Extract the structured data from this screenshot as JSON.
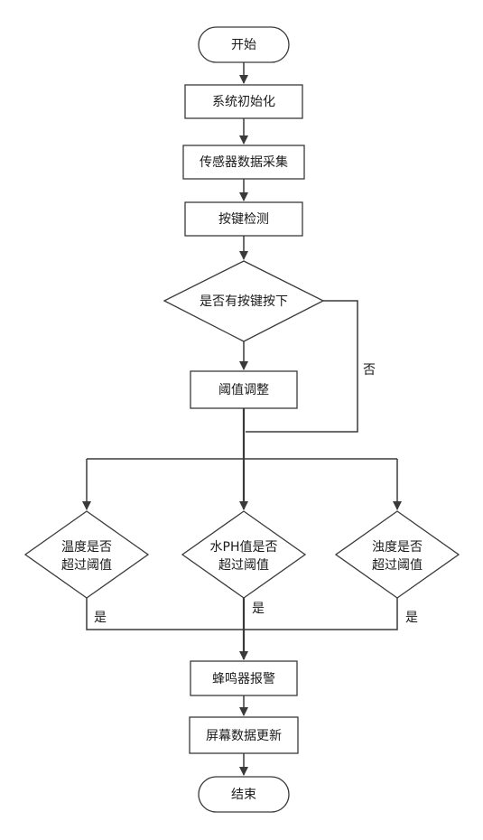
{
  "nodes": {
    "start": "开始",
    "init": "系统初始化",
    "sensor": "传感器数据采集",
    "keyscan": "按键检测",
    "keycheck": "是否有按键按下",
    "threshold": "阈值调整",
    "temp": [
      "温度是否",
      "超过阈值"
    ],
    "ph": [
      "水PH值是否",
      "超过阈值"
    ],
    "turb": [
      "浊度是否",
      "超过阈值"
    ],
    "alarm": "蜂鸣器报警",
    "update": "屏幕数据更新",
    "end": "结束"
  },
  "labels": {
    "no": "否",
    "yes_temp": "是",
    "yes_ph": "是",
    "yes_turb": "是"
  }
}
